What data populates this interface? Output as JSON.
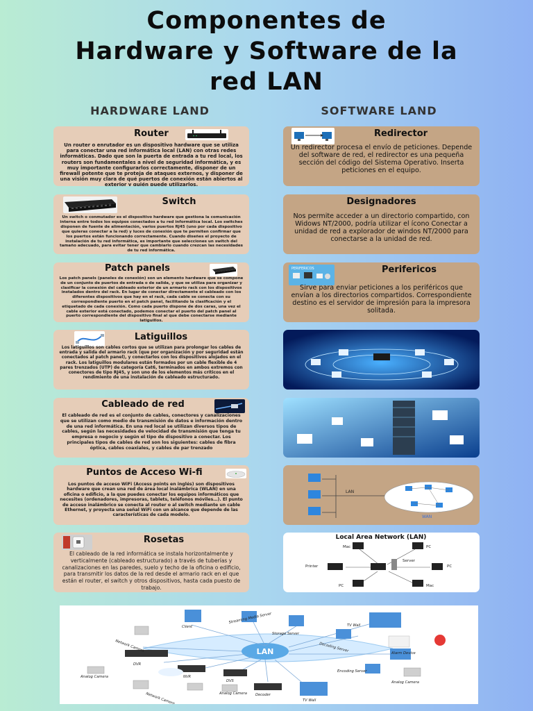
{
  "title": [
    "Componentes de",
    "Hardware y Software de la",
    "red LAN"
  ],
  "columns": {
    "left": "HARDWARE LAND",
    "right": "SOFTWARE LAND"
  },
  "hardware": [
    {
      "title": "Router",
      "text": "Un router o enrutador es un dispositivo hardware que se utiliza para conectar una red informática local (LAN) con otras redes informáticas. Dado que son la puerta de entrada a tu red local, los routers son fundamentales a nivel de seguridad informática, y es muy importante configurarlos correctamente, disponer de un firewall potente que te proteja de ataques externos, y disponer de una visión muy clara de qué puertos de conexión están abiertos al exterior y quién puede utilizarlos."
    },
    {
      "title": "Switch",
      "text": "Un switch o conmutador es el dispositivo hardware que gestiona la comunicación interna entre todos los equipos conectados a tu red informática local. Los switches disponen de fuente de alimentación, varios puertos RJ45 (uno por cada dispositivo que quieras conectar a la red) y luces de conexión que te permiten confirmar que los puertos están funcionando correctamente. Cuando diseñes el proyecto de instalación de tu red informática, es importante que selecciones un switch del tamaño adecuado, para evitar tener que cambiarlo cuando crezcan las necesidades de tu red informática."
    },
    {
      "title": "Patch panels",
      "text": "Los patch panels (paneles de conexión) son un elemento hardware que se compone de un conjunto de puertos de entrada o de salida, y que se utiliza para organizar y clasificar la conexión del cableado exterior de un armario rack con los dispositivos instalados dentro del rack. En lugar de conectar directamente el cableado con los diferentes dispositivos que hay en el rack, cada cable se conecta con su correspondiente puerto en el patch panel, facilitando la clasificación y el etiquetado de cada conexión. Como cada puerto dispone de dos caras, una vez el cable exterior está conectado, podemos conectar el puerto del patch panel al puerto correspondiente del dispositivo final al que debe conectarse mediante latiguillos."
    },
    {
      "title": "Latiguillos",
      "text": "Los latiguillos son cables cortos que se utilizan para prolongar los cables de entrada y salida del armario rack (que por organización y por seguridad están conectados al patch panel), y conectarlos con los dispositivos alojados en el rack. Los latiguillos modulares están formados por un cable flexible de 4 pares trenzados (UTP) de categoría Cat6, terminados en ambos extremos con conectores de tipo RJ45, y son uno de los elementos más críticos en el rendimiento de una instalación de cableado estructurado."
    },
    {
      "title": "Cableado de red",
      "text": "El cableado de red es el conjunto de cables, conectores y canalizaciones que se utilizan como medio de transmisión de datos e información dentro de una red informática. En una red local se utilizan diversos tipos de cables, según las necesidades de velocidad de transmisión que tenga tu empresa o negocio y según el tipo de dispositivo a conectar. Los principales tipos de cables de red son los siguientes: cables de fibra óptica, cables coaxiales, y cables de par trenzado"
    },
    {
      "title": "Puntos de Acceso Wi-fi",
      "text": "Los puntos de acceso WiFi (Access points en inglés) son dispositivos hardware que crean una red de área local inalámbrica (WLAN) en una oficina o edificio, a la que puedes conectar los equipos informáticos que necesites (ordenadores, impresoras, tablets, teléfonos móviles…). El punto de acceso inalámbrico se conecta al router o al switch mediante un cable Ethernet, y proyecta una señal WiFi con un alcance que depende de las características de cada modelo."
    },
    {
      "title": "Rosetas",
      "text": "El cableado de la red informática se instala horizontalmente y verticalmente (cableado estructurado) a través de tuberías y canalizaciones en las paredes, suelo y techo de la oficina o edificio, para transmitir los datos de la red desde el armario rack en el que están el router, el switch y otros dispositivos, hasta cada puesto de trabajo."
    }
  ],
  "software": [
    {
      "title": "Redirector",
      "text": "Un redirector procesa el envío de peticiones. Depende del software de red, el redirector es una pequeña sección del código del Sistema Operativo. Inserta peticiones en el equipo."
    },
    {
      "title": "Designadores",
      "text": "Nos permite acceder a un directorio compartido, con Widows NT/2000, podría utilizar el ícono Conectar a unidad de red a explorador de windos NT/2000 para conectarse a la unidad de red."
    },
    {
      "title": "Perifericos",
      "text": "Sirve para enviar peticiones a los periféricos que envían a los directorios compartidos. Correspondiente destino es el servidor de impresión para la impresora solitada."
    }
  ],
  "thumb_labels": {
    "perifericos": "PERIFERICOS"
  },
  "wan_diagram": {
    "lan": "LAN",
    "wan": "WAN"
  },
  "lan_diagram": {
    "title": "Local Area Network (LAN)",
    "mac1": "Mac",
    "pc1": "PC",
    "printer": "Printer",
    "server": "Server",
    "pc2": "PC",
    "pc3": "PC",
    "mac2": "Mac"
  },
  "banner": {
    "lan": "LAN",
    "client": "Client",
    "streaming": "Streaming Media Server",
    "storage": "Storage Server",
    "tvwall1": "TV Wall",
    "network_camera1": "Network Camera",
    "decoding": "Decoding Server",
    "alarm": "Alarm Device",
    "dvr": "DVR",
    "nvr": "NVR",
    "dvs": "DVS",
    "encoding": "Encoding Server",
    "analog1": "Analog Camera",
    "analog2": "Analog Camera",
    "analog3": "Analog Camera",
    "network_camera2": "Network Camera",
    "decoder": "Decoder",
    "tvwall2": "TV Wall"
  }
}
